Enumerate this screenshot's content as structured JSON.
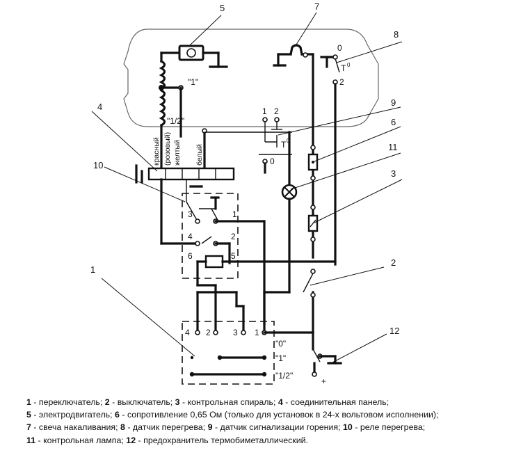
{
  "callouts": [
    "1",
    "2",
    "3",
    "4",
    "5",
    "6",
    "7",
    "8",
    "9",
    "10",
    "11",
    "12"
  ],
  "terminals": {
    "q1": "\"1\"",
    "half_top": "\"1/2\"",
    "sw8_0": "0",
    "sw8_T": "T",
    "sw8_sup": "0",
    "sw8_2": "2",
    "sw9_1": "1",
    "sw9_2": "2",
    "sw9_T": "T",
    "sw9_sup": "0",
    "sw9_0": "0",
    "relay_3": "3",
    "relay_1": "1",
    "relay_4": "4",
    "relay_2": "2",
    "relay_6": "6",
    "relay_5": "5",
    "bot_4": "4",
    "bot_2": "2",
    "bot_3": "3",
    "bot_1": "1",
    "pos_0": "\"0\"",
    "pos_1": "\"1\"",
    "pos_half": "\"1/2\"",
    "plus": "+"
  },
  "wire_labels": {
    "red": "красный",
    "pink": "(розовый)",
    "yellow": "желтый",
    "white": "белый"
  },
  "legend": [
    [
      {
        "n": "1",
        "t": "переключатель;"
      },
      {
        "n": "2",
        "t": "выключатель;"
      },
      {
        "n": "3",
        "t": "контрольная спираль;"
      },
      {
        "n": "4",
        "t": "соединительная панель;"
      }
    ],
    [
      {
        "n": "5",
        "t": "электродвигатель;"
      },
      {
        "n": "6",
        "t": "сопротивление 0,65 Ом (только для установок в 24-х вольтовом исполнении);"
      }
    ],
    [
      {
        "n": "7",
        "t": "свеча накаливания;"
      },
      {
        "n": "8",
        "t": "датчик перегрева;"
      },
      {
        "n": "9",
        "t": "датчик сигнализации горения;"
      },
      {
        "n": "10",
        "t": "реле перегрева;"
      }
    ],
    [
      {
        "n": "11",
        "t": "контрольная лампа;"
      },
      {
        "n": "12",
        "t": "предохранитель термобиметаллический."
      }
    ]
  ]
}
